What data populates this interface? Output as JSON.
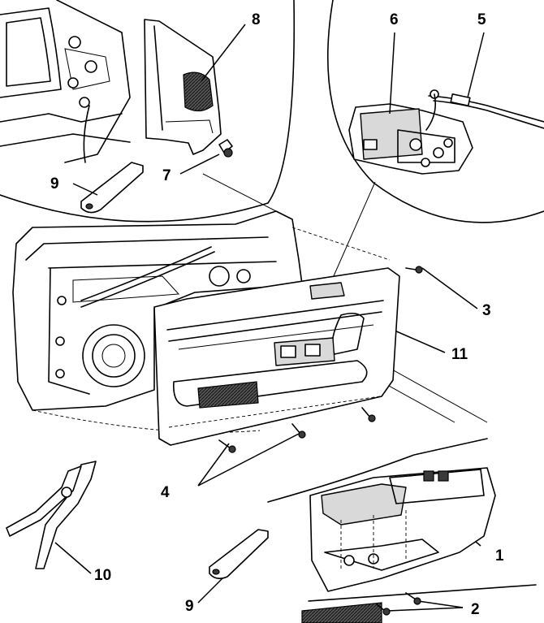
{
  "callouts": {
    "c1": "1",
    "c2": "2",
    "c3": "3",
    "c4": "4",
    "c5": "5",
    "c6": "6",
    "c7": "7",
    "c8": "8",
    "c9_top": "9",
    "c9_bottom": "9",
    "c10": "10",
    "c11": "11"
  }
}
